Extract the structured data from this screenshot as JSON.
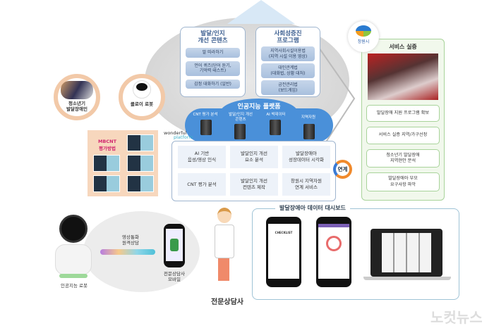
{
  "dev_content": {
    "title": "발달/인지\n개선 콘텐츠",
    "items": [
      "말 따라하기",
      "언어 퀴즈(단어 듣기,\n기억력 테스트)",
      "감정 대화하기 (일반)"
    ]
  },
  "social": {
    "title": "사회성증진\n프로그램",
    "items": [
      "지역사회시설이용법\n(지역 시설 이용 영상)",
      "대인관계법\n(대화법, 상황 대처)",
      "금전관리법\n(보드게임)"
    ]
  },
  "platform": {
    "title": "인공지능 플랫폼",
    "servers": [
      "CNT 평가 분석",
      "발달/인지 개선\n콘텐츠",
      "AI 빅데이터",
      "지역자원"
    ]
  },
  "logo": {
    "line1": "wonderful",
    "line2": "platform"
  },
  "features": [
    "AI 기반\n음성/영상 인식",
    "발달인지 개선\n요소 분석",
    "발달장애아\n성장데이터 시각화",
    "CNT 평가 분석",
    "발달인지 개선\n컨텐츠 제작",
    "창원시 지역자원\n연계 서비스"
  ],
  "link_label": "연계",
  "city": {
    "name": "창원시"
  },
  "service": {
    "title": "서비스 실증",
    "items": [
      "발달장애 지원 프로그램 확보",
      "서비스 실증 지역/가구선정",
      "청소년기 발달장애\n지역현안 분석",
      "발달장애아 부모\n요구사항 파악"
    ]
  },
  "left": {
    "person_label": "청소년기\n발달장애인",
    "robot_label": "클로이 로봇",
    "mbcnt_title": "MBCNT\n평가방법"
  },
  "bottom": {
    "call_label": "영상통화\n원격상담",
    "robot_label": "인공지능 로봇",
    "mobile_label": "전문상담사\n모바일",
    "counselor_label": "전문상담사"
  },
  "dashboard": {
    "title": "발달장애아 데이터 대시보드",
    "phone1_heading": "CHECKLIST"
  },
  "watermark": "노컷뉴스",
  "colors": {
    "blue": "#3a5d8f",
    "green": "#a8d39a",
    "peach": "#f2c9a8",
    "cloud": "#4a90d9"
  }
}
